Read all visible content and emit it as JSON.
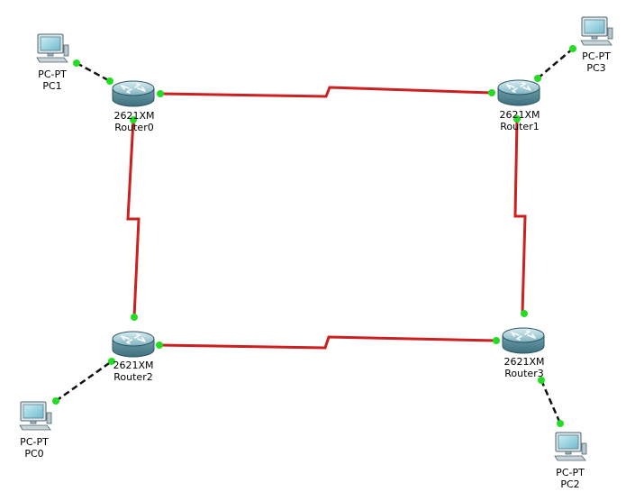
{
  "topology": {
    "devices": [
      {
        "id": "pc1",
        "type": "pc",
        "model": "PC-PT",
        "name": "PC1"
      },
      {
        "id": "pc3",
        "type": "pc",
        "model": "PC-PT",
        "name": "PC3"
      },
      {
        "id": "pc0",
        "type": "pc",
        "model": "PC-PT",
        "name": "PC0"
      },
      {
        "id": "pc2",
        "type": "pc",
        "model": "PC-PT",
        "name": "PC2"
      },
      {
        "id": "router0",
        "type": "router",
        "model": "2621XM",
        "name": "Router0"
      },
      {
        "id": "router1",
        "type": "router",
        "model": "2621XM",
        "name": "Router1"
      },
      {
        "id": "router2",
        "type": "router",
        "model": "2621XM",
        "name": "Router2"
      },
      {
        "id": "router3",
        "type": "router",
        "model": "2621XM",
        "name": "Router3"
      }
    ],
    "links": [
      {
        "from": "router0",
        "to": "router1",
        "cable": "serial"
      },
      {
        "from": "router0",
        "to": "router2",
        "cable": "serial"
      },
      {
        "from": "router1",
        "to": "router3",
        "cable": "serial"
      },
      {
        "from": "router2",
        "to": "router3",
        "cable": "serial"
      },
      {
        "from": "pc1",
        "to": "router0",
        "cable": "copper-crossover"
      },
      {
        "from": "pc3",
        "to": "router1",
        "cable": "copper-crossover"
      },
      {
        "from": "pc0",
        "to": "router2",
        "cable": "copper-crossover"
      },
      {
        "from": "pc2",
        "to": "router3",
        "cable": "copper-crossover"
      }
    ],
    "colors": {
      "serial_link": "#cc1f1f",
      "ethernet_link": "#111111",
      "link_up": "#22dd22",
      "router_body": "#5f93a3",
      "pc_screen": "#8ecfe0"
    },
    "icons": {
      "pc": "pc-icon",
      "router": "router-icon"
    }
  }
}
